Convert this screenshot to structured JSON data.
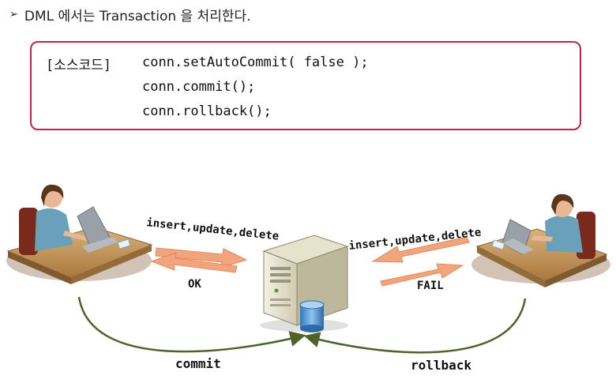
{
  "heading": {
    "bullet": "➢",
    "text": "DML 에서는 Transaction 을 처리한다."
  },
  "code": {
    "label": "[소스코드]",
    "lines": [
      "conn.setAutoCommit( false );",
      "conn.commit();",
      "conn.rollback();"
    ]
  },
  "diagram": {
    "left_request": "insert,update,delete",
    "left_response": "OK",
    "right_request": "insert,update,delete",
    "right_response": "FAIL",
    "commit_label": "commit",
    "rollback_label": "rollback",
    "colors": {
      "arrow": "#f2a47c",
      "curve": "#4f6228",
      "box_border": "#c0224c"
    },
    "icons": [
      "user-at-desk-icon",
      "server-icon",
      "database-icon"
    ]
  }
}
